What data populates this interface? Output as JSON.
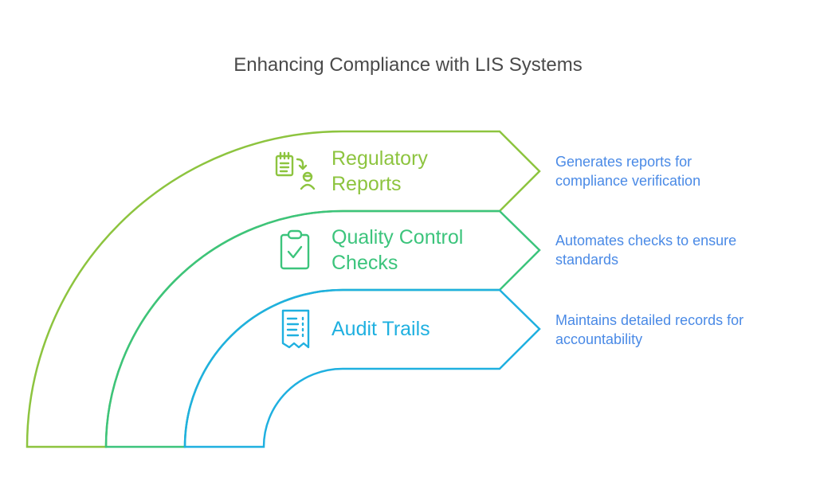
{
  "title": "Enhancing Compliance with LIS Systems",
  "colors": {
    "title": "#4a4a4a",
    "description": "#4a8ae6",
    "level1": "#8dc43f",
    "level2": "#3cc47c",
    "level3": "#1fb0e0"
  },
  "items": [
    {
      "label_line1": "Regulatory",
      "label_line2": "Reports",
      "icon": "clipboard-report-to-person-icon",
      "description": "Generates reports for compliance verification",
      "color": "#8dc43f"
    },
    {
      "label_line1": "Quality Control",
      "label_line2": "Checks",
      "icon": "clipboard-check-icon",
      "description": "Automates checks to ensure standards",
      "color": "#3cc47c"
    },
    {
      "label_line1": "Audit Trails",
      "label_line2": "",
      "icon": "receipt-list-icon",
      "description": "Maintains detailed records for accountability",
      "color": "#1fb0e0"
    }
  ]
}
